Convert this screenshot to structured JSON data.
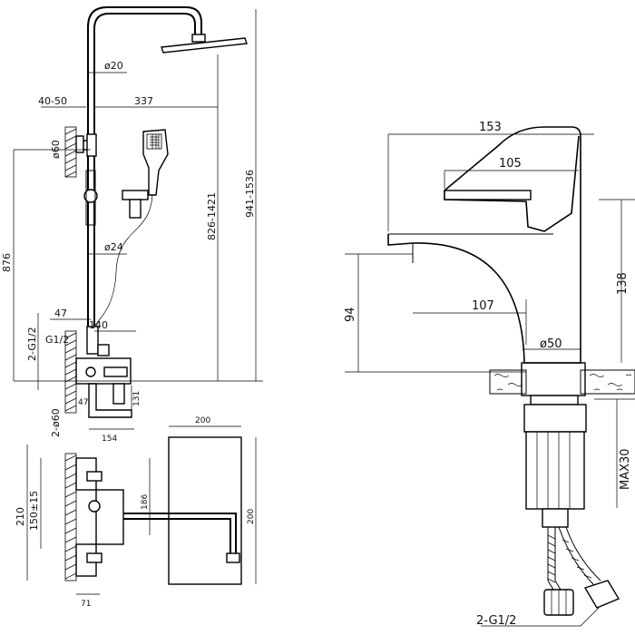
{
  "shower": {
    "d_pipe_top": "ø20",
    "w_wall_offset": "40-50",
    "w_arm": "337",
    "d_bracket": "ø60",
    "h_body": "876",
    "h_range_1": "826-1421",
    "h_range_2": "941-1536",
    "d_pipe_mid": "ø24",
    "w_47": "47",
    "w_140": "140",
    "thread_a": "G1/2",
    "thread_b": "2-G1/2",
    "h_131": "131",
    "w_47b": "47",
    "w_154": "154",
    "d_flange": "2-ø60"
  },
  "mixer_plan": {
    "h_210": "210",
    "h_150": "150±15",
    "h_186": "186",
    "w_71": "71",
    "head_w": "200",
    "head_h": "200"
  },
  "faucet": {
    "w_153": "153",
    "w_105": "105",
    "h_138": "138",
    "h_94": "94",
    "w_107": "107",
    "d_50": "ø50",
    "max_30": "MAX30",
    "thread": "2-G1/2"
  }
}
